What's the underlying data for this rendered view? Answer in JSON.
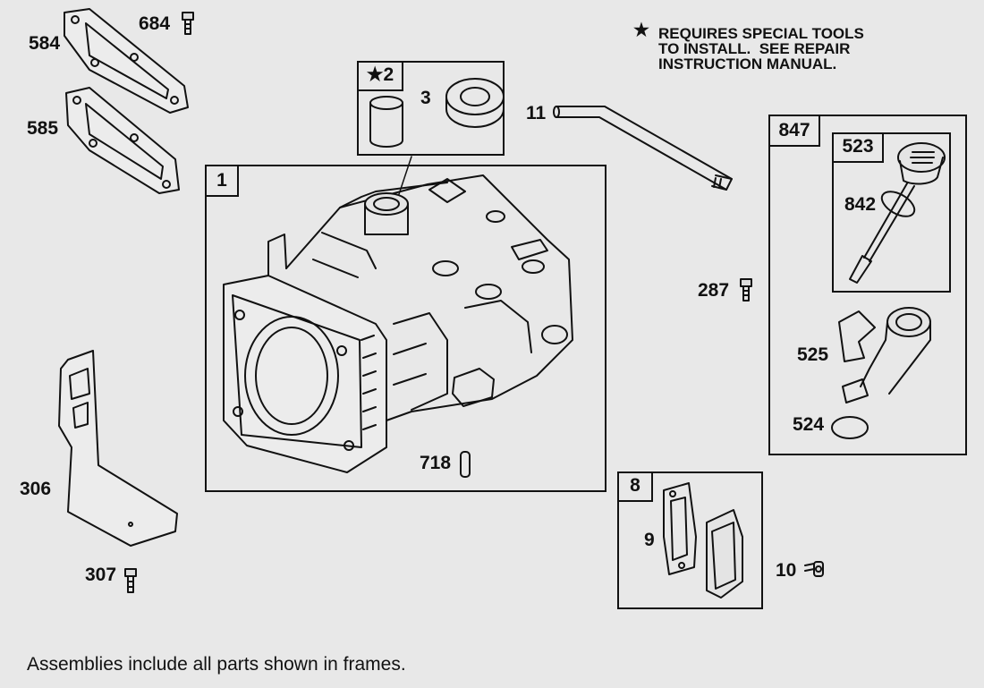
{
  "note": {
    "star": "★",
    "text": "REQUIRES SPECIAL TOOLS\nTO INSTALL.  SEE REPAIR\nINSTRUCTION MANUAL."
  },
  "caption": "Assemblies include all parts shown in frames.",
  "frames": {
    "f1": "1",
    "f2": "★2",
    "f8": "8",
    "f847": "847",
    "f523": "523"
  },
  "parts": {
    "p584": "584",
    "p684": "684",
    "p585": "585",
    "p3": "3",
    "p11": "11",
    "p287": "287",
    "p842": "842",
    "p525": "525",
    "p524": "524",
    "p718": "718",
    "p306": "306",
    "p307": "307",
    "p9": "9",
    "p10": "10"
  }
}
